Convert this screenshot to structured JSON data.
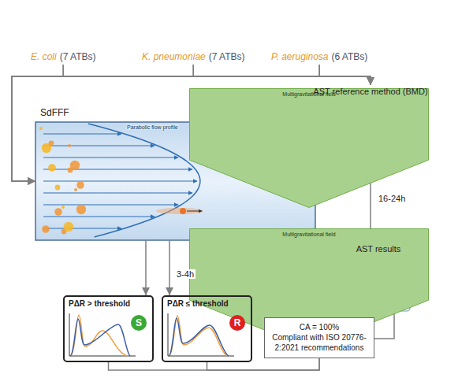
{
  "diagram": {
    "nodes": [
      {
        "text": [
          "E. coli",
          "(7 ATBs)"
        ]
      },
      {
        "text": [
          "K. pneumoniae",
          "(7 ATBs)"
        ]
      },
      {
        "text": [
          "P. aeruginosa",
          "(6 ATBs)"
        ]
      },
      {
        "text": [
          "SdFFF"
        ]
      },
      {
        "text": [
          "Multigravitational field"
        ]
      },
      {
        "text": [
          "Multigravitational field"
        ]
      },
      {
        "text": [
          "AST reference method (BMD)"
        ]
      },
      {
        "text": [
          "PΔR > threshold",
          "S"
        ]
      },
      {
        "text": [
          "PΔR ≤ threshold",
          "R"
        ]
      },
      {
        "text": [
          "AST results"
        ]
      },
      {
        "text": [
          "CA = 100%",
          "Compliant with ISO 20776-2:2021 recommendations"
        ]
      }
    ],
    "edges": [
      {
        "from": 0,
        "to": 3,
        "arrow": "to"
      },
      {
        "from": 1,
        "to": 3,
        "arrow": "to"
      },
      {
        "from": 2,
        "to": 3,
        "arrow": "to"
      },
      {
        "from": 0,
        "to": 6,
        "arrow": "to"
      },
      {
        "from": 1,
        "to": 6,
        "arrow": "to"
      },
      {
        "from": 2,
        "to": 6,
        "arrow": "to"
      },
      {
        "from": 3,
        "to": 7,
        "label": "3-4h",
        "arrow": "to"
      },
      {
        "from": 3,
        "to": 8,
        "arrow": "to"
      },
      {
        "from": 6,
        "to": 9,
        "label": "16-24h",
        "arrow": "to"
      },
      {
        "from": 7,
        "to": 10,
        "arrow": "none"
      },
      {
        "from": 8,
        "to": 10,
        "arrow": "none"
      },
      {
        "from": 9,
        "to": 10,
        "arrow": "none"
      }
    ],
    "labels": [
      "Parabolic flow profile"
    ]
  }
}
